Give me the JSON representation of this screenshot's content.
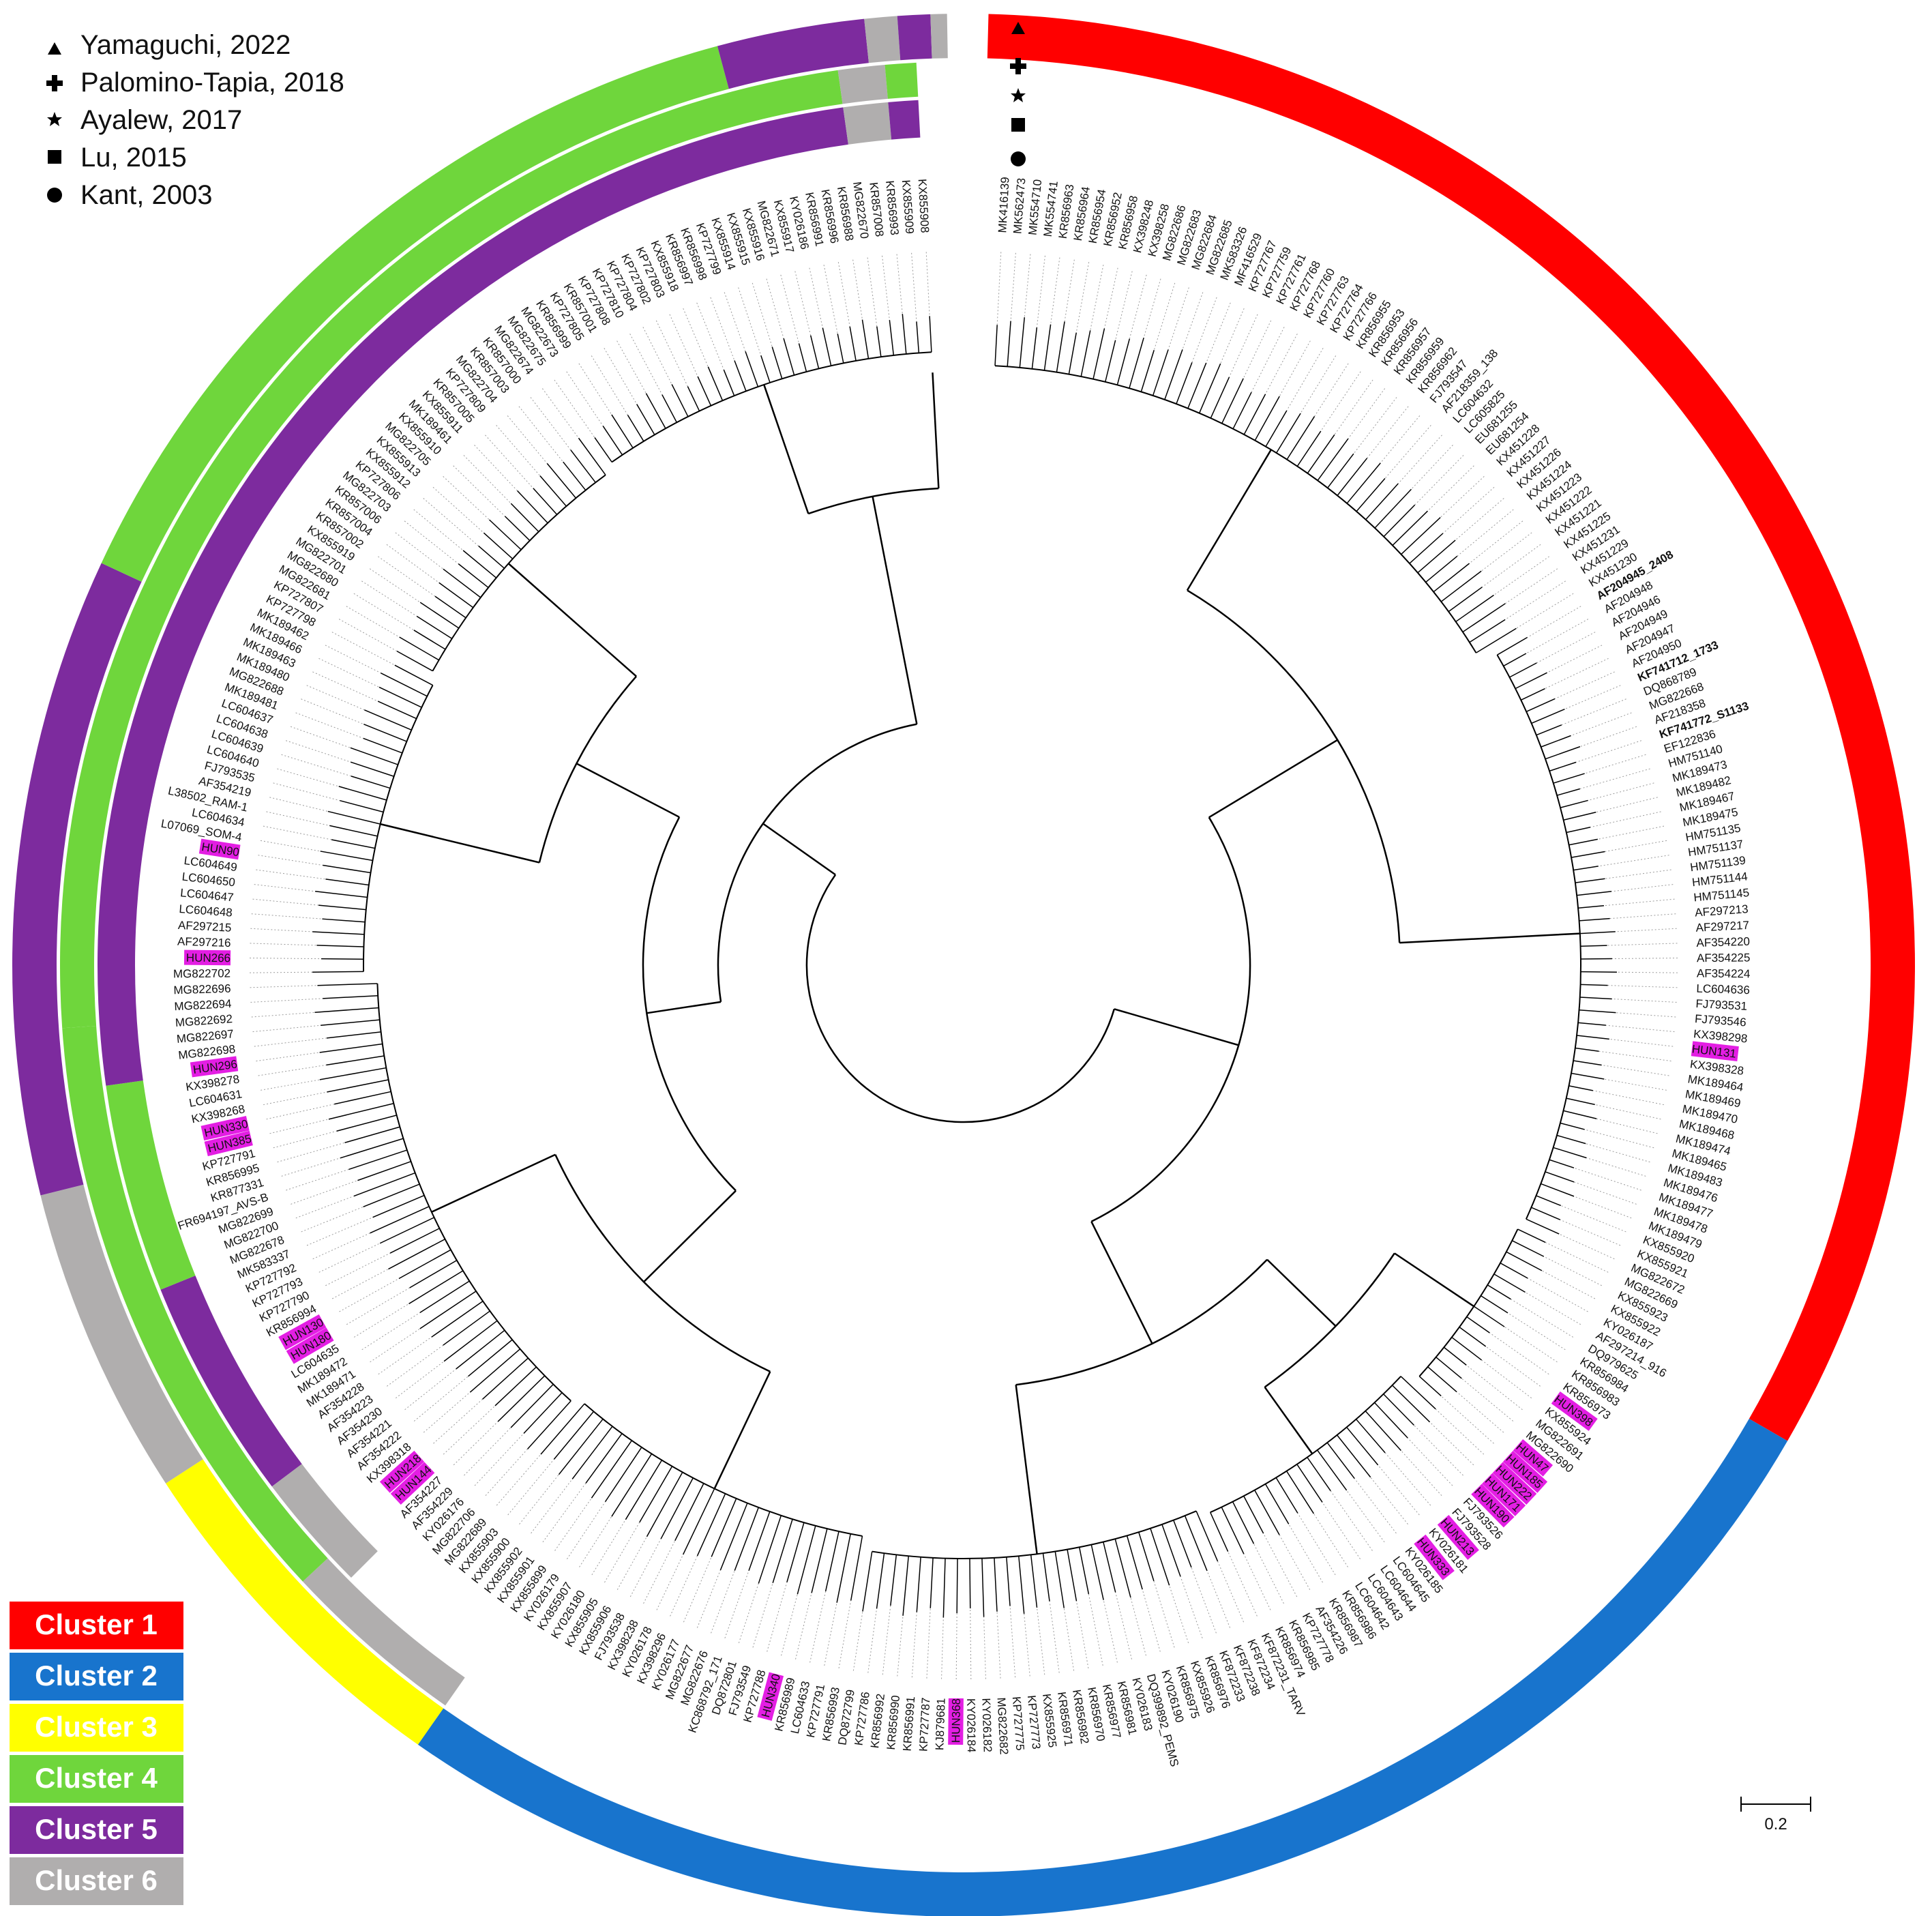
{
  "reference_legend": [
    {
      "symbol": "triangle",
      "label": "Yamaguchi, 2022"
    },
    {
      "symbol": "cross",
      "label": "Palomino-Tapia, 2018"
    },
    {
      "symbol": "star",
      "label": "Ayalew, 2017"
    },
    {
      "symbol": "square",
      "label": "Lu, 2015"
    },
    {
      "symbol": "circle",
      "label": "Kant, 2003"
    }
  ],
  "clusters": [
    {
      "label": "Cluster 1",
      "color": "#ff0000"
    },
    {
      "label": "Cluster 2",
      "color": "#1874cd"
    },
    {
      "label": "Cluster 3",
      "color": "#ffff00"
    },
    {
      "label": "Cluster 4",
      "color": "#6fd63c"
    },
    {
      "label": "Cluster 5",
      "color": "#7d2b9e"
    },
    {
      "label": "Cluster 6",
      "color": "#b0aeae"
    }
  ],
  "highlight_color": "#e31ee3",
  "scale_bar_label": "0.2",
  "tips": [
    "MK416139",
    "MK562473",
    "MK554710",
    "MK554741",
    "KR856963",
    "KR856964",
    "KR856954",
    "KR856952",
    "KR856958",
    "KX398248",
    "KX398258",
    "MG822686",
    "MG822683",
    "MG822684",
    "MG822685",
    "MK583326",
    "MF416529",
    "KP727767",
    "KP727759",
    "KP727761",
    "KP727768",
    "KP727760",
    "KP727763",
    "KP727764",
    "KP727766",
    "KR856955",
    "KR856953",
    "KR856956",
    "KR856957",
    "KR856959",
    "KR856962",
    "FJ793547",
    "AF218359_138",
    "LC604632",
    "LC605825",
    "EU681255",
    "EU681254",
    "KX451228",
    "KX451227",
    "KX451226",
    "KX451224",
    "KX451223",
    "KX451222",
    "KX451221",
    "KX451225",
    "KX451231",
    "KX451229",
    "KX451230",
    {
      "t": "AF204945_2408",
      "b": true
    },
    "AF204948",
    "AF204946",
    "AF204949",
    "AF204947",
    "AF204950",
    {
      "t": "KF741712_1733",
      "b": true
    },
    "DQ868789",
    "MG822668",
    "AF218358",
    {
      "t": "KF741772_S1133",
      "b": true
    },
    "EF122836",
    "HM751140",
    "MK189473",
    "MK189482",
    "MK189467",
    "MK189475",
    "HM751135",
    "HM751137",
    "HM751139",
    "HM751144",
    "HM751145",
    "AF297213",
    "AF297217",
    "AF354220",
    "AF354225",
    "AF354224",
    "LC604636",
    "FJ793531",
    "FJ793546",
    "KX398298",
    {
      "t": "HUN131",
      "h": true
    },
    "KX398328",
    "MK189464",
    "MK189469",
    "MK189470",
    "MK189468",
    "MK189474",
    "MK189465",
    "MK189483",
    "MK189476",
    "MK189477",
    "MK189478",
    "MK189479",
    "KX855920",
    "KX855921",
    "MG822672",
    "MG822669",
    "KX855923",
    "KX855922",
    "KY026187",
    "AF297214_916",
    "DQ979625",
    "KR856984",
    "KR856983",
    "KR856973",
    {
      "t": "HUN398",
      "h": true
    },
    "KX855924",
    "MG822691",
    "MG822690",
    {
      "t": "HUN47",
      "h": true
    },
    {
      "t": "HUN185",
      "h": true
    },
    {
      "t": "HUN222",
      "h": true
    },
    {
      "t": "HUN171",
      "h": true
    },
    {
      "t": "HUN190",
      "h": true
    },
    "FJ793526",
    "FJ793528",
    {
      "t": "HUN213",
      "h": true
    },
    "KY026181",
    {
      "t": "HUN333",
      "h": true
    },
    "KY026185",
    "LC604645",
    "LC604644",
    "LC604643",
    "LC604642",
    "KR856986",
    "KR856987",
    "AF354226",
    "KP727778",
    "KR856985",
    "KR856974",
    "KF872231_TARV",
    "KF872234",
    "KF872238",
    "KF872233",
    "KR856976",
    "KX855926",
    "KR856975",
    "KY026190",
    "DQ399892_PEMS",
    "KY026183",
    "KR856981",
    "KR856977",
    "KR856970",
    "KR856982",
    "KR856971",
    "KX855925",
    "KP727773",
    "KP727775",
    "MG822682",
    "KY026182",
    "KY026184",
    {
      "t": "HUN368",
      "h": true
    },
    "KJ879681",
    "KP727787",
    "KR856991",
    "KR856990",
    "KR856992",
    "KP727786",
    "DQ872799",
    "KR856993",
    "KP727791",
    "LC604633",
    "KR856989",
    {
      "t": "HUN340",
      "h": true
    },
    "KP727788",
    "FJ793549",
    "DQ872801",
    "KC868792_171",
    "MG822676",
    "MG822677",
    "KY026177",
    "KX398296",
    "KY026178",
    "KX398238",
    "FJ793538",
    "KX855906",
    "KX855905",
    "KY026180",
    "KX855907",
    "KY026179",
    "KX855899",
    "KX855901",
    "KX855902",
    "KX855900",
    "KX855903",
    "MG822689",
    "MG822706",
    "KY026176",
    "AF354229",
    "AF354227",
    {
      "t": "HUN144",
      "h": true
    },
    {
      "t": "HUN218",
      "h": true
    },
    "KX398318",
    "AF354222",
    "AF354221",
    "AF354230",
    "AF354223",
    "AF354228",
    "MK189471",
    "MK189472",
    "LC604635",
    {
      "t": "HUN180",
      "h": true
    },
    {
      "t": "HUN130",
      "h": true
    },
    "KR856994",
    "KP727790",
    "KP727793",
    "KP727792",
    "MK583337",
    "MG822678",
    "MG822700",
    "MG822699",
    "FR694197_AVS-B",
    "KR877331",
    "KR856995",
    "KP727791",
    {
      "t": "HUN385",
      "h": true
    },
    {
      "t": "HUN330",
      "h": true
    },
    "KX398268",
    "LC604631",
    "KX398278",
    {
      "t": "HUN296",
      "h": true
    },
    "MG822698",
    "MG822697",
    "MG822692",
    "MG822694",
    "MG822696",
    "MG822702",
    {
      "t": "HUN266",
      "h": true
    },
    "AF297216",
    "AF297215",
    "LC604648",
    "LC604647",
    "LC604650",
    "LC604649",
    {
      "t": "HUN90",
      "h": true
    },
    "L07069_SOM-4",
    "LC604634",
    "L38502_RAM-1",
    "AF354219",
    "FJ793535",
    "LC604640",
    "LC604639",
    "LC604638",
    "LC604637",
    "MK189481",
    "MG822688",
    "MK189480",
    "MK189463",
    "MK189466",
    "MK189462",
    "KP727798",
    "KP727807",
    "MG822681",
    "MG822680",
    "MG822701",
    "KX855919",
    "KR857002",
    "KR857004",
    "KR857006",
    "MG822703",
    "KP727806",
    "KX855912",
    "KX855913",
    "MG822705",
    "KX855910",
    "MK189461",
    "KX855911",
    "KR857005",
    "KP727809",
    "MG822704",
    "KR857003",
    "KR857000",
    "MG822674",
    "MG822675",
    "MG822673",
    "KR856999",
    "KP727805",
    "KR857001",
    "KP727808",
    "KP727810",
    "KP727804",
    "KP727802",
    "KP727803",
    "KX855918",
    "KR856997",
    "KR856998",
    "KP727799",
    "KX855914",
    "KX855915",
    "KX855916",
    "MG822671",
    "KX855917",
    "KY026186",
    "KR856991",
    "KR856996",
    "KR856988",
    "MG822670",
    "KR857008",
    "KR856993",
    "KX855909",
    "KX855908"
  ]
}
